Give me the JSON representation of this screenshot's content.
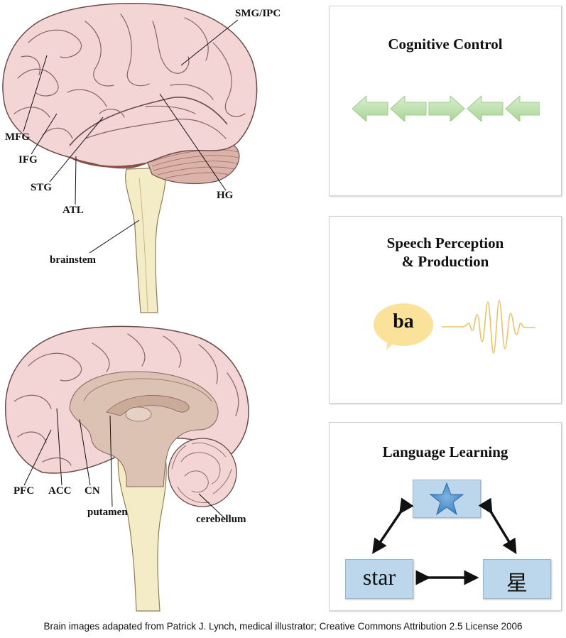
{
  "lateral_labels": {
    "smg_ipc": "SMG/IPC",
    "mfg": "MFG",
    "ifg": "IFG",
    "stg": "STG",
    "atl": "ATL",
    "hg": "HG",
    "brainstem": "brainstem"
  },
  "medial_labels": {
    "pfc": "PFC",
    "acc": "ACC",
    "cn": "CN",
    "putamen": "putamen",
    "cerebellum": "cerebellum"
  },
  "panels": {
    "cognitive_control": {
      "title": "Cognitive Control"
    },
    "speech": {
      "title_line1": "Speech Perception",
      "title_line2": "& Production",
      "bubble_text": "ba"
    },
    "language_learning": {
      "title": "Language Learning",
      "word_en": "star",
      "word_zh": "星"
    }
  },
  "credit": "Brain images adapated from Patrick J. Lynch, medical illustrator; Creative Commons Attribution 2.5 License 2006",
  "colors": {
    "cortex": "#f2d5d4",
    "cortex_outline": "#6b4a4a",
    "brainstem": "#f4ecc6",
    "deep_structure": "#dcc2b2",
    "arrow_green": "#b8dea8",
    "box_blue": "#bcd7ec",
    "bubble_yellow": "#fbe29a",
    "wave": "#e8c36a"
  }
}
